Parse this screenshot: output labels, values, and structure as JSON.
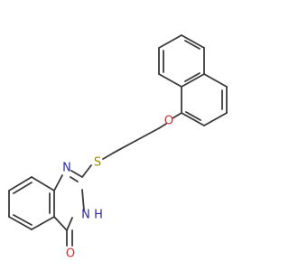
{
  "structure": {
    "bond_color": "#3a3a3a",
    "atoms": {
      "n1_label": "N",
      "n3_label": "N",
      "nh_label": "H",
      "s_label": "S",
      "o_ether_label": "O",
      "o_carbonyl_label": "O"
    },
    "atom_colors": {
      "N": "#2a2aa8",
      "S": "#a08a00",
      "O": "#d12b2b"
    }
  }
}
